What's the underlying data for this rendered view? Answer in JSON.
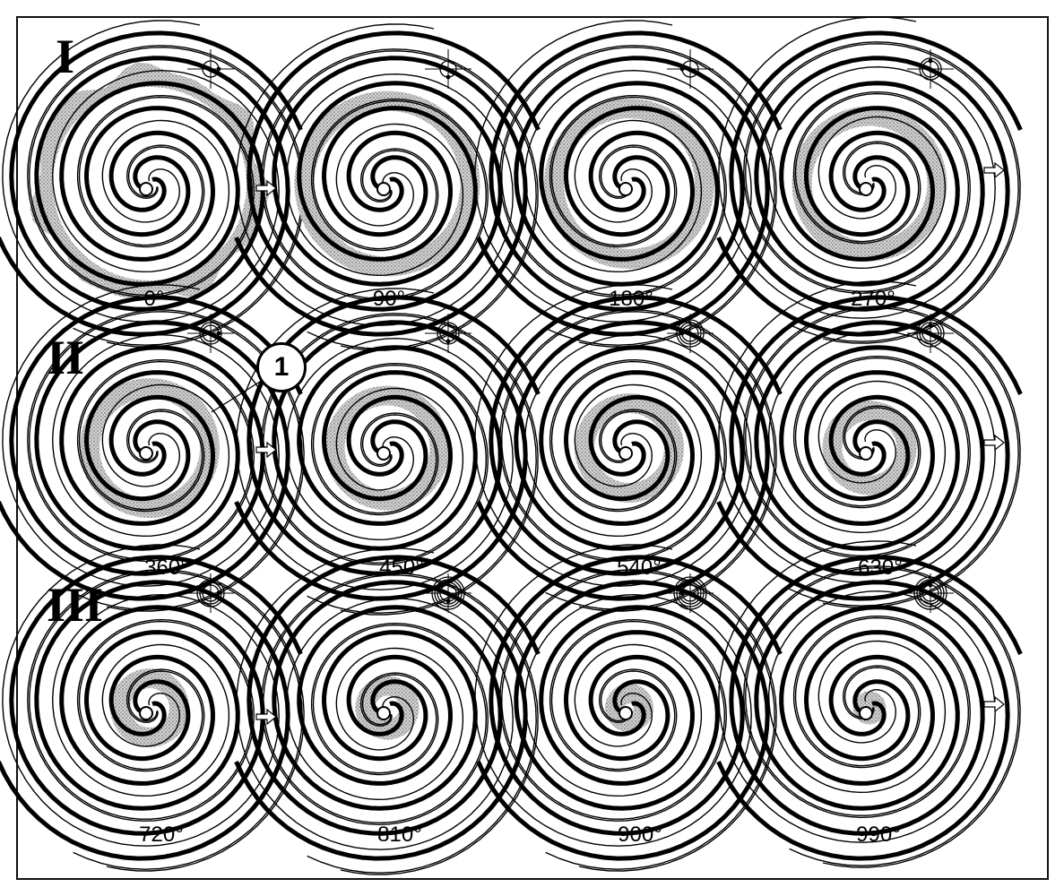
{
  "figure": {
    "row_labels": [
      "I",
      "II",
      "III"
    ],
    "angle_labels": [
      "0°",
      "90°",
      "180°",
      "270°",
      "360°",
      "450°",
      "540°",
      "630°",
      "720°",
      "810°",
      "900°",
      "990°"
    ],
    "callout": "1",
    "colors": {
      "line": "#000000",
      "pocket_fill": "#bdbdbd",
      "background": "#ffffff"
    },
    "frames": [
      {
        "row": 1,
        "angle_deg": 0
      },
      {
        "row": 1,
        "angle_deg": 90
      },
      {
        "row": 1,
        "angle_deg": 180
      },
      {
        "row": 1,
        "angle_deg": 270
      },
      {
        "row": 2,
        "angle_deg": 360
      },
      {
        "row": 2,
        "angle_deg": 450
      },
      {
        "row": 2,
        "angle_deg": 540
      },
      {
        "row": 2,
        "angle_deg": 630
      },
      {
        "row": 3,
        "angle_deg": 720
      },
      {
        "row": 3,
        "angle_deg": 810
      },
      {
        "row": 3,
        "angle_deg": 900
      },
      {
        "row": 3,
        "angle_deg": 990
      }
    ]
  }
}
